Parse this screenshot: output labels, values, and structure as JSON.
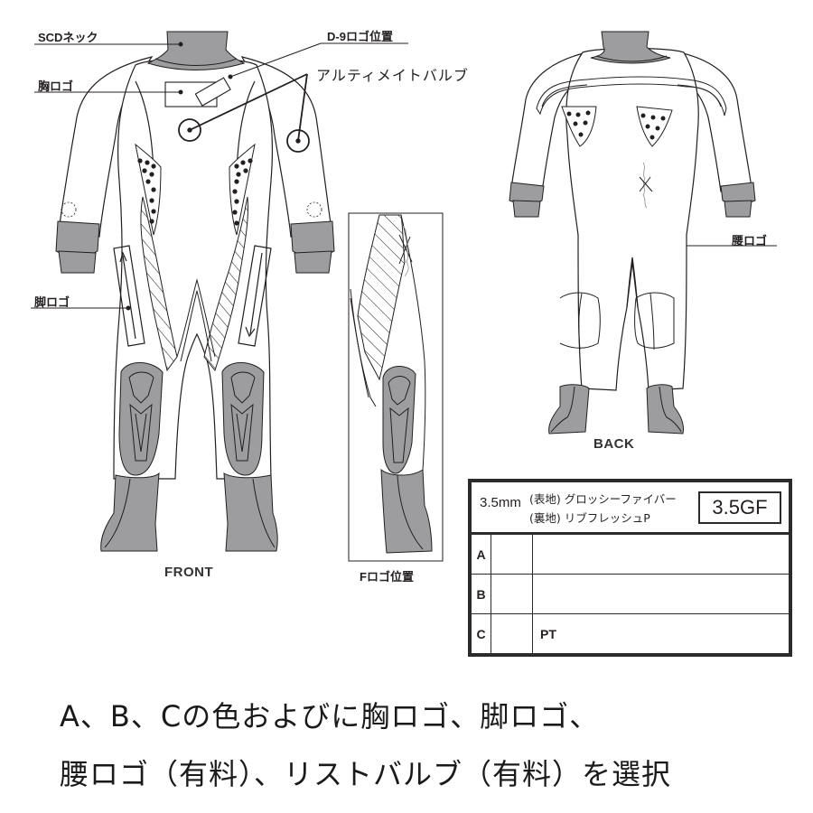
{
  "colors": {
    "ink": "#231f20",
    "gray_panel": "#9d9d9f",
    "gray_dark": "#6e6e70",
    "background": "#ffffff"
  },
  "labels": {
    "scd_neck": "SCDネック",
    "chest_logo": "胸ロゴ",
    "d9_logo_position": "D-9ロゴ位置",
    "ultimate_valve": "アルティメイトバルブ",
    "leg_logo": "脚ロゴ",
    "waist_logo": "腰ロゴ",
    "f_logo_position": "Fロゴ位置"
  },
  "views": {
    "front": "FRONT",
    "back": "BACK"
  },
  "spec_table": {
    "thickness": "3.5mm",
    "outer_material": "(表地) グロッシーファイバー",
    "inner_material": "(裏地) リブフレッシュP",
    "code": "3.5GF",
    "rows": [
      {
        "letter": "A",
        "pattern": "plain",
        "description": ""
      },
      {
        "letter": "B",
        "pattern": "hatched",
        "description": ""
      },
      {
        "letter": "C",
        "pattern": "dots",
        "description": "PT"
      }
    ]
  },
  "caption": {
    "line1": "A、B、Cの色およびに胸ロゴ、脚ロゴ、",
    "line2": "腰ロゴ（有料）、リストバルブ（有料）を選択"
  }
}
